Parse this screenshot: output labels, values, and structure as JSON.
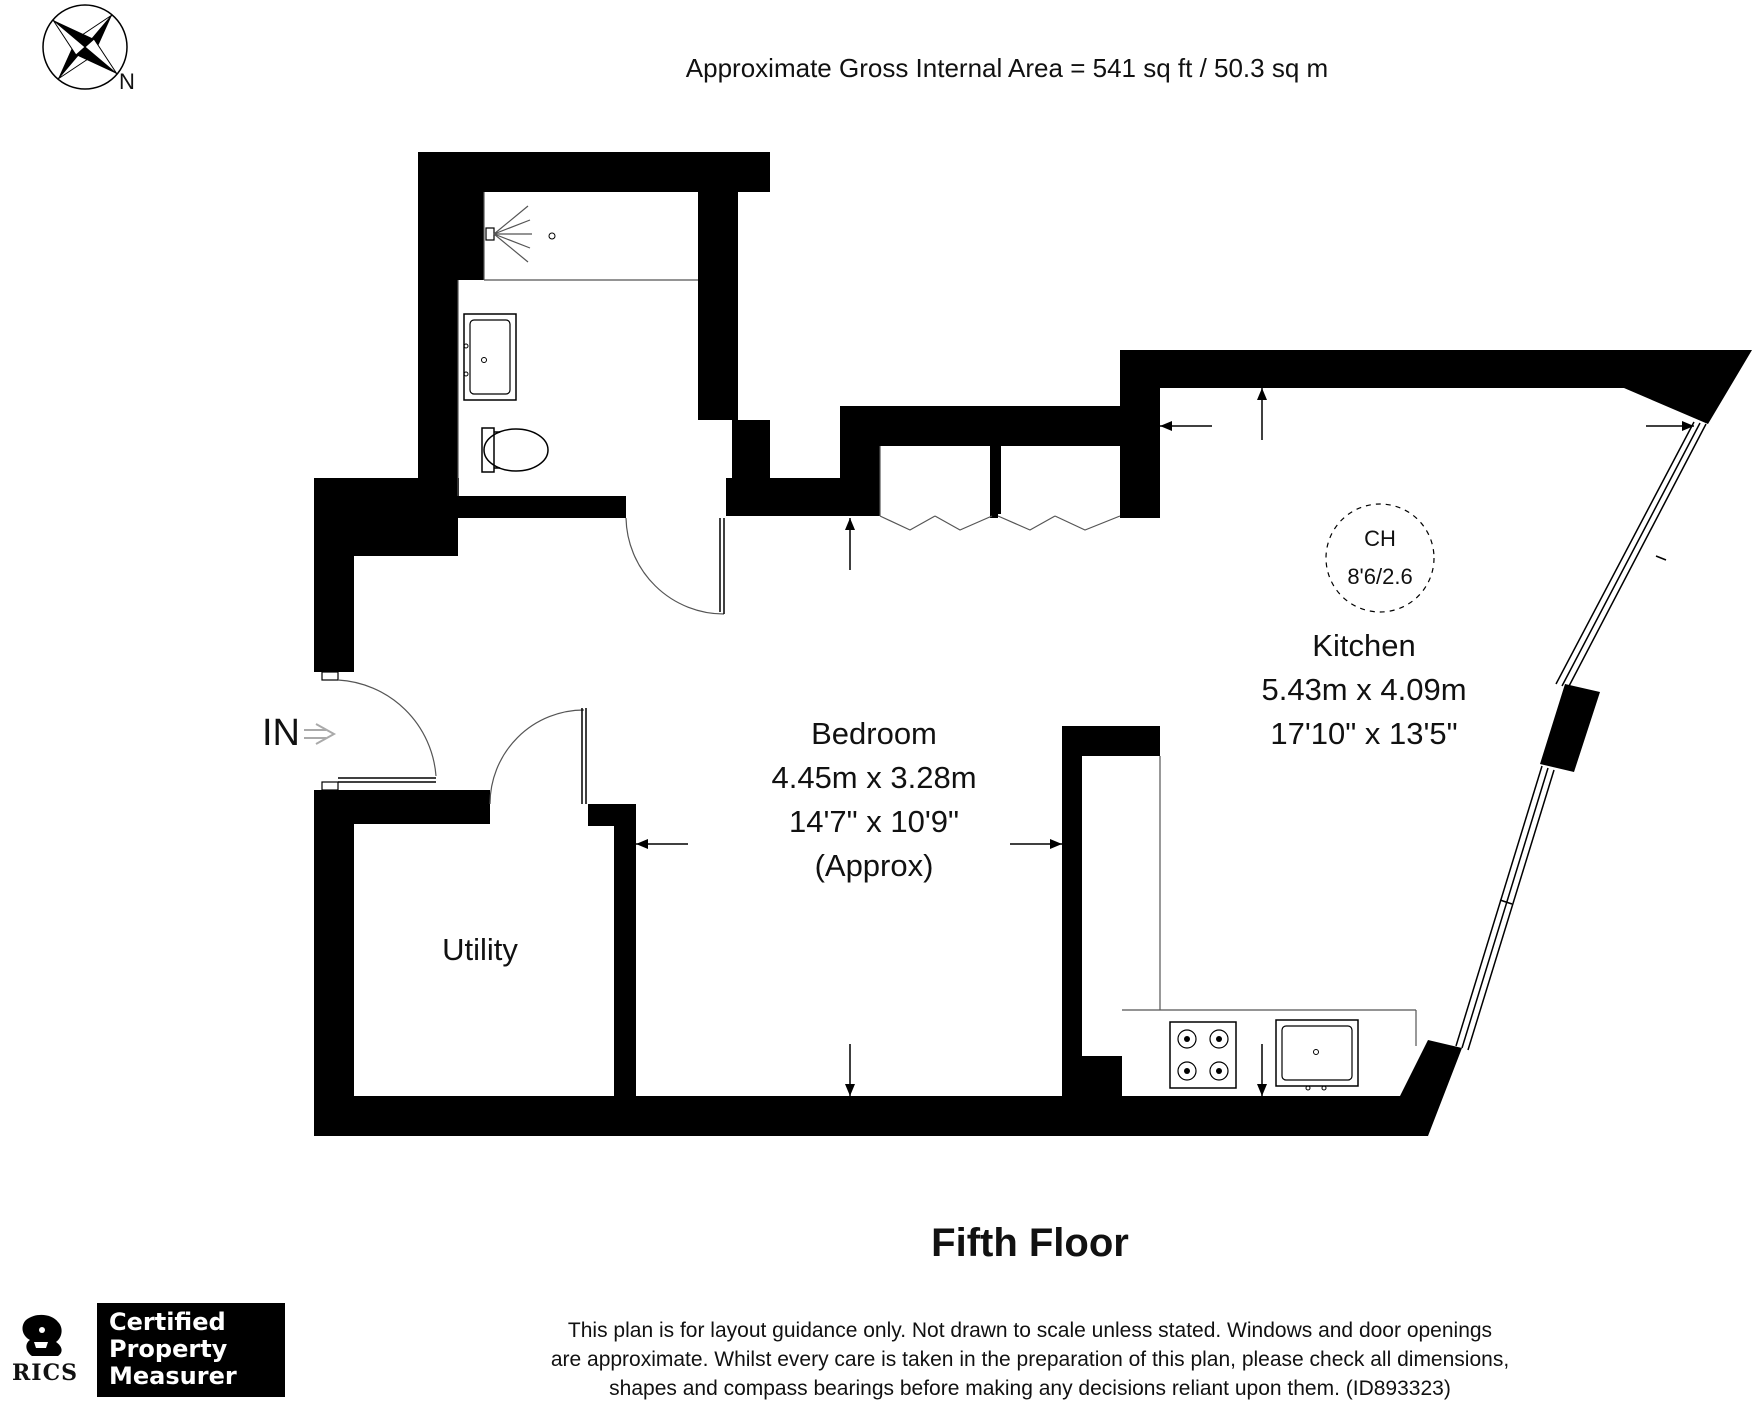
{
  "header": {
    "area_text": "Approximate Gross Internal Area = 541 sq ft / 50.3 sq m",
    "compass_label": "N"
  },
  "rooms": {
    "kitchen": {
      "name": "Kitchen",
      "metric": "5.43m x 4.09m",
      "imperial": "17'10\" x 13'5\""
    },
    "bedroom": {
      "name": "Bedroom",
      "metric": "4.45m x 3.28m",
      "imperial": "14'7\" x 10'9\"",
      "note": "(Approx)"
    },
    "utility": {
      "name": "Utility"
    }
  },
  "ceiling_height": {
    "label": "CH",
    "value": "8'6/2.6"
  },
  "entrance": {
    "label": "IN"
  },
  "floor": {
    "title": "Fifth Floor"
  },
  "footer": {
    "disclaimer_lines": [
      "This plan is for layout guidance only. Not drawn to scale unless stated. Windows and door openings",
      "are approximate. Whilst every care is taken in the preparation of this plan, please check all dimensions,",
      "shapes and compass bearings before making any decisions reliant upon them. (ID893323)"
    ],
    "rics_label": "RICS",
    "certified_lines": [
      "Certified",
      "Property",
      "Measurer"
    ]
  },
  "icons": {
    "compass": "compass-star-icon",
    "rics_logo": "rics-lion-icon",
    "entrance_arrow": "arrow-right-icon"
  }
}
